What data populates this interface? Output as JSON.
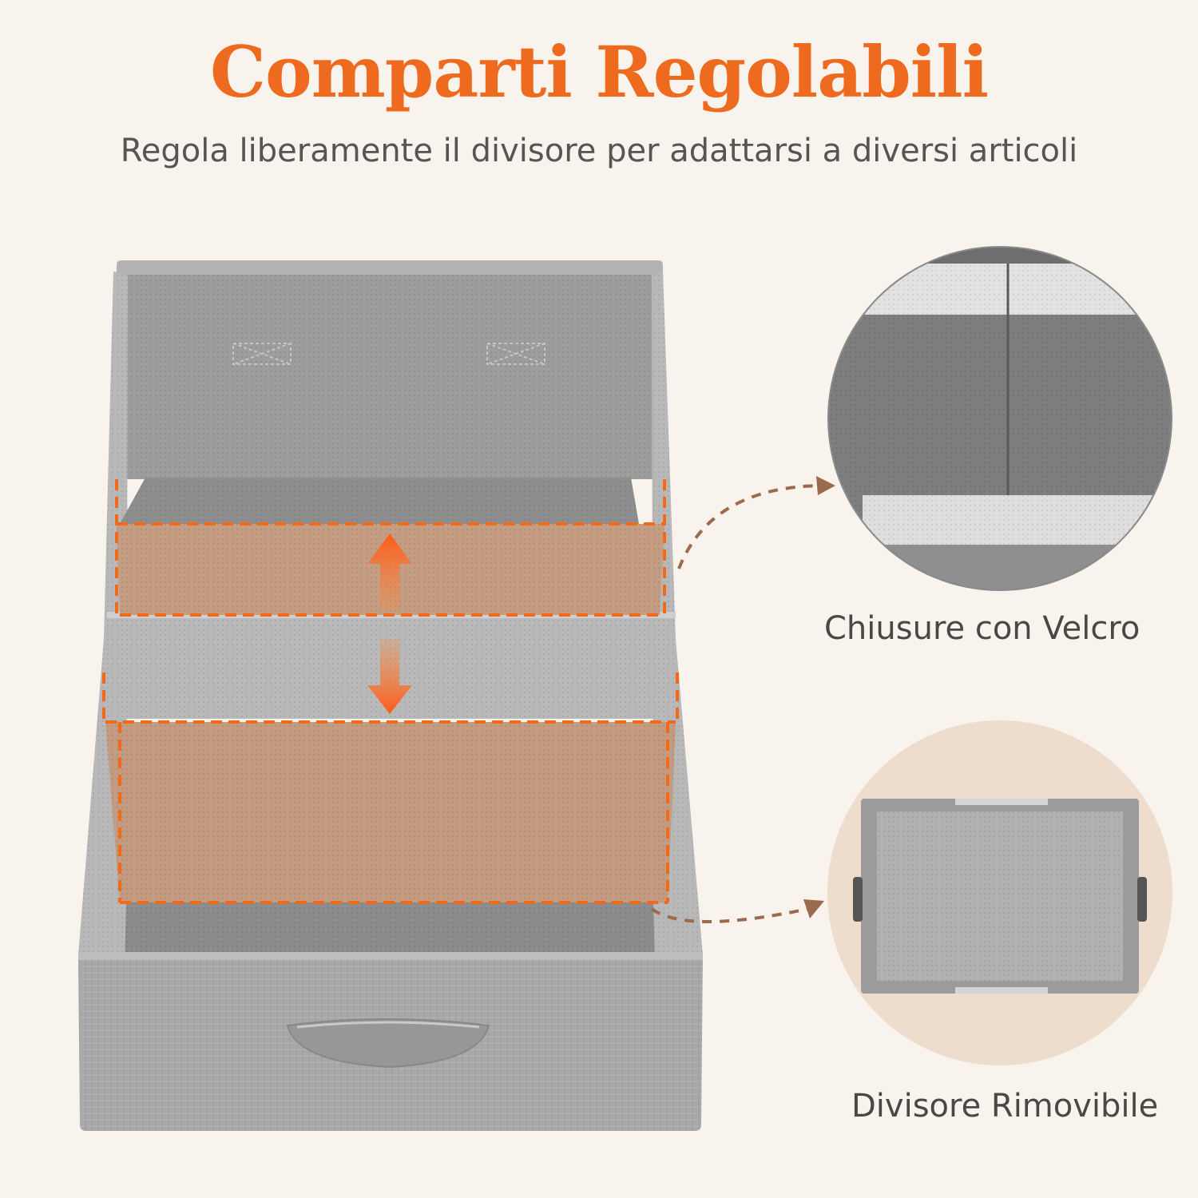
{
  "header": {
    "title": "Comparti Regolabili",
    "subtitle": "Regola liberamente il divisore per adattarsi a diversi articoli"
  },
  "features": {
    "velcro_label": "Chiusure con Velcro",
    "divider_label": "Divisore Rimovibile"
  },
  "colors": {
    "accent": "#ee6a1e",
    "background": "#f8f3ec",
    "text": "#585450",
    "box_gray": "#a9a9a9",
    "divider_tan": "#c39b80",
    "connector": "#9c6b4e"
  },
  "icons": [
    "arrow-up-icon",
    "arrow-down-icon"
  ]
}
